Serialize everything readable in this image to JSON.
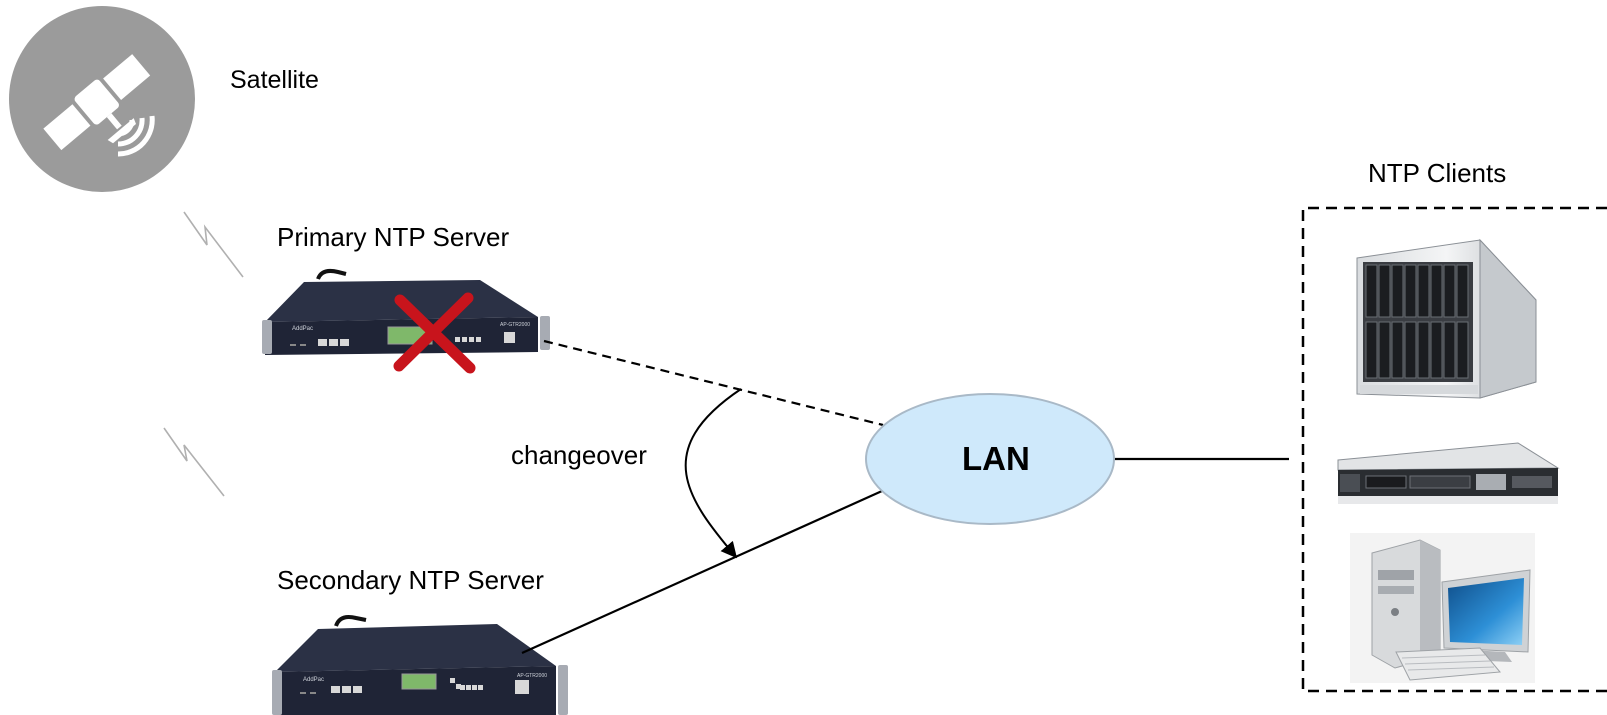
{
  "labels": {
    "satellite": "Satellite",
    "primary": "Primary NTP Server",
    "secondary": "Secondary NTP Server",
    "changeover": "changeover",
    "clients": "NTP Clients",
    "lan": "LAN"
  },
  "devices": {
    "brand": "AddPac",
    "model": "AP-GTR2000"
  },
  "colors": {
    "satellite_circle": "#9b9b9b",
    "lan_fill": "#cfe9fb",
    "lan_stroke": "#a9b9c7",
    "server_body": "#1f2436",
    "fail_mark": "#c8141c",
    "lcd": "#7fb86a"
  },
  "icons": {
    "satellite": "satellite-icon",
    "failure": "x-mark-icon",
    "blade": "blade-server-icon",
    "rack": "rack-server-icon",
    "pc": "desktop-computer-icon"
  }
}
